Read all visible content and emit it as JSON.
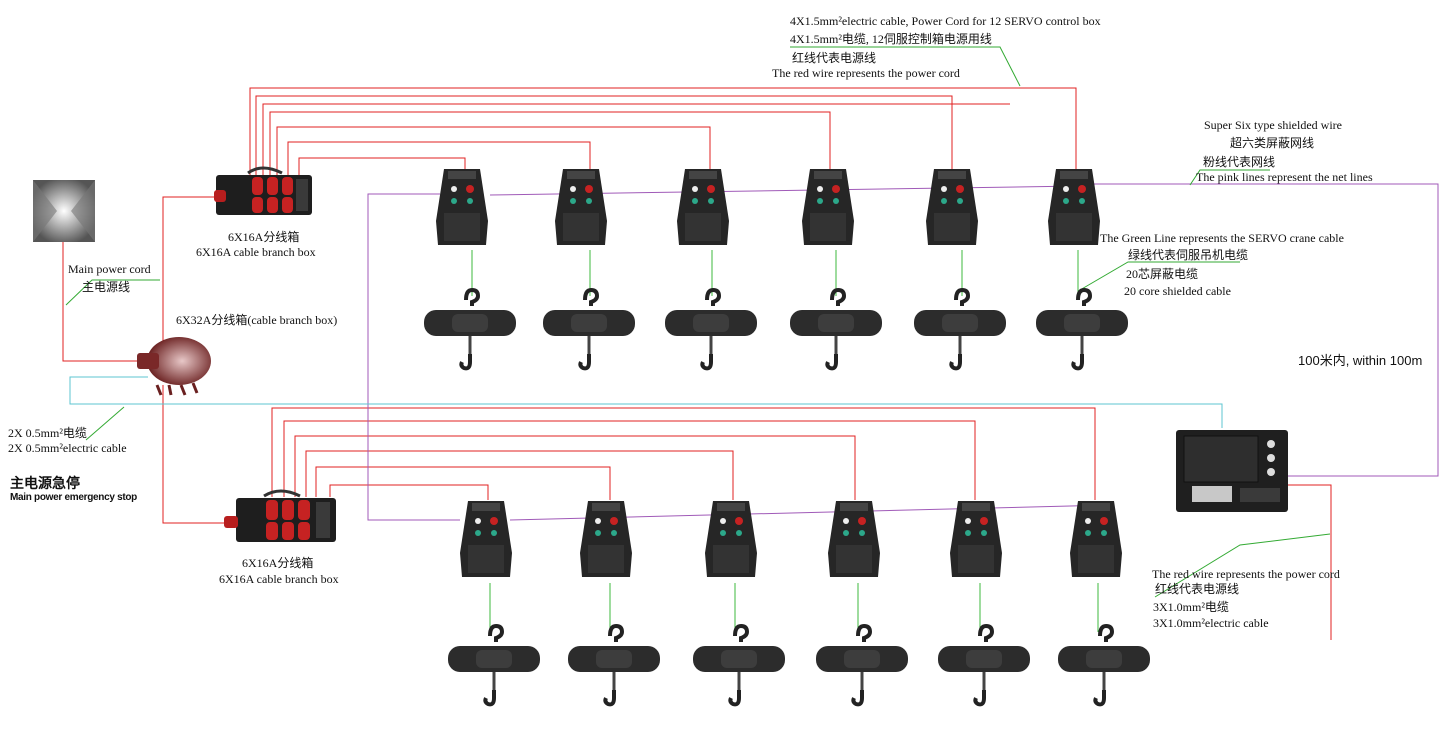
{
  "colors": {
    "power_wire": "#e02020",
    "net_wire": "#a05ab8",
    "servo_wire": "#3cb83c",
    "estop_wire": "#5cc6d0",
    "annotation_leader": "#33aa33",
    "device_body": "#2a2a2a"
  },
  "labels": {
    "top_cable_en": "4X1.5mm²electric cable, Power Cord for 12 SERVO control box",
    "top_cable_cn": "4X1.5mm²电缆, 12伺服控制箱电源用线",
    "red_wire_cn": "红线代表电源线",
    "red_wire_en": "The red wire represents the power cord",
    "net_en": "Super Six type shielded wire",
    "net_cn": "超六类屏蔽网线",
    "pink_cn": "粉线代表网线",
    "pink_en": "The pink lines represent the net lines",
    "green_en": "The Green Line represents the SERVO crane cable",
    "green_cn": "绿线代表伺服吊机电缆",
    "core_cn": "20芯屏蔽电缆",
    "core_en": "20 core shielded cable",
    "distance": "100米内, within 100m",
    "branch_top_cn": "6X16A分线箱",
    "branch_top_en": "6X16A cable branch box",
    "main_power_en": "Main power cord",
    "main_power_cn": "主电源线",
    "branch32": "6X32A分线箱(cable branch box)",
    "cable2_cn": "2X 0.5mm²电缆",
    "cable2_en": "2X 0.5mm²electric cable",
    "estop_cn": "主电源急停",
    "estop_en": "Main power emergency stop",
    "branch_bot_cn": "6X16A分线箱",
    "branch_bot_en": "6X16A cable branch box",
    "bottom_red_en": "The red wire represents the power cord",
    "bottom_red_cn": "红线代表电源线",
    "bottom_cable_cn": "3X1.0mm²电缆",
    "bottom_cable_en": "3X1.0mm²electric cable"
  },
  "devices": {
    "control_box_icon": "servo-control-box-icon",
    "hoist_icon": "electric-chain-hoist-icon",
    "branch_box_icon": "cable-branch-box-icon",
    "controller_icon": "main-controller-icon",
    "plug_icon": "power-plug-icon"
  }
}
